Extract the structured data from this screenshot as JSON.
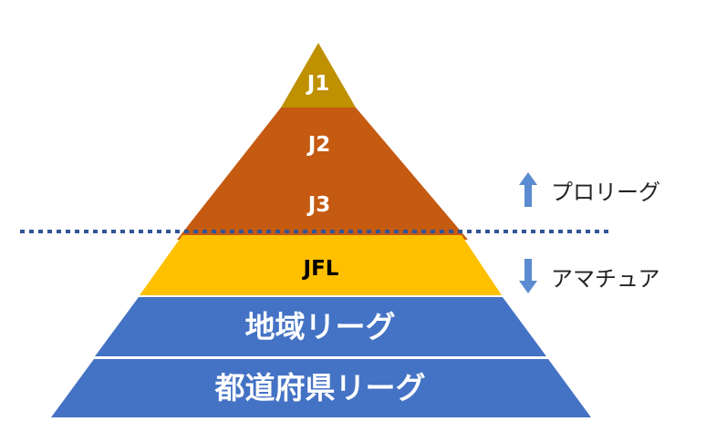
{
  "pyramid": {
    "tiers": [
      {
        "id": "j1",
        "label": "J1",
        "fill": "#BF9000",
        "text_color": "#FFFFFF"
      },
      {
        "id": "j2j3",
        "labels": [
          "J2",
          "J3"
        ],
        "fill": "#C55A11",
        "text_color": "#FFFFFF"
      },
      {
        "id": "jfl",
        "label": "JFL",
        "fill": "#FFC000",
        "text_color": "#000000"
      },
      {
        "id": "regional",
        "label": "地域リーグ",
        "fill": "#4472C4",
        "text_color": "#FFFFFF"
      },
      {
        "id": "prefectural",
        "label": "都道府県リーグ",
        "fill": "#4472C4",
        "text_color": "#FFFFFF"
      }
    ],
    "divider_color": "#2F5597"
  },
  "legend": {
    "pro": {
      "label": "プロリーグ",
      "icon": "arrow-up-icon",
      "color": "#5B8BD0"
    },
    "amateur": {
      "label": "アマチュア",
      "icon": "arrow-down-icon",
      "color": "#5B8BD0"
    }
  }
}
